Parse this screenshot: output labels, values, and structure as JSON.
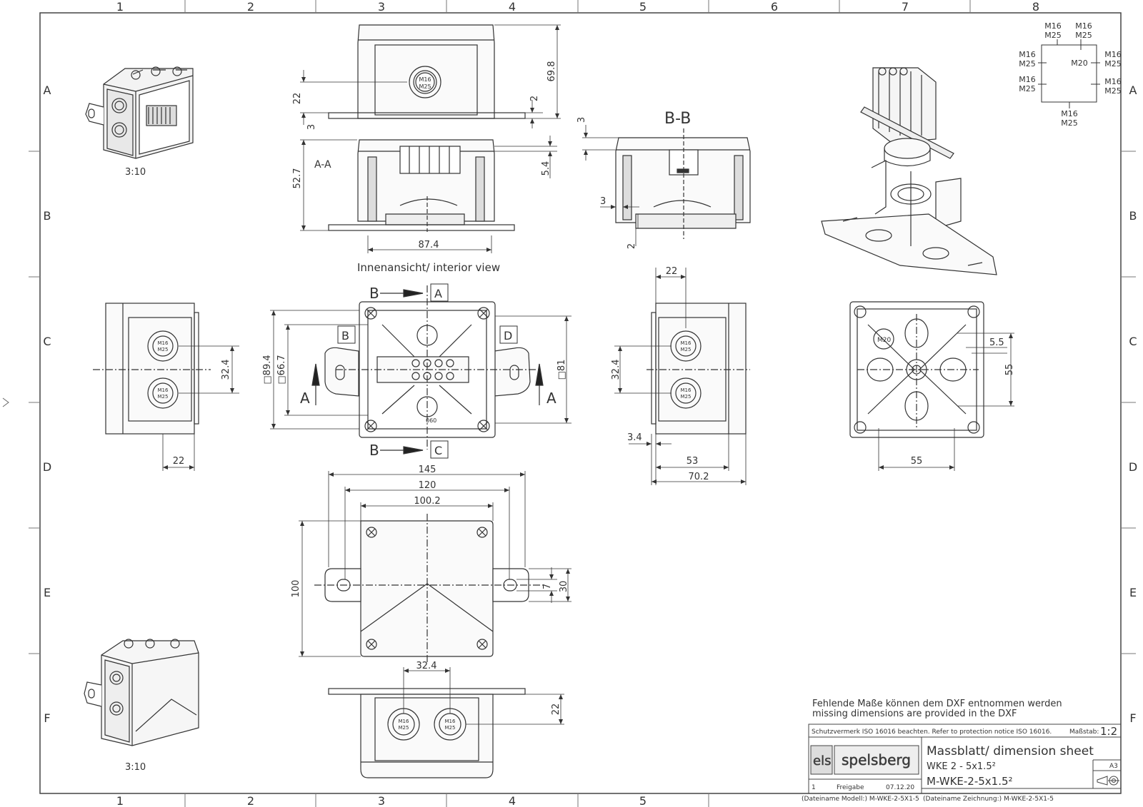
{
  "grid": {
    "columns": [
      "1",
      "2",
      "3",
      "4",
      "5",
      "6",
      "7",
      "8"
    ],
    "rows": [
      "A",
      "B",
      "C",
      "D",
      "E",
      "F"
    ]
  },
  "views": {
    "scale_iso_top": "3:10",
    "scale_iso_bottom": "3:10",
    "section_aa": "A-A",
    "section_bb": "B-B",
    "interior_caption": "Innenansicht/ interior view",
    "label_b_top": "B",
    "label_a_box": "A",
    "label_b_left": "B",
    "label_d_right": "D",
    "label_a_left": "A",
    "label_a_right": "A",
    "label_b_bottom": "B",
    "label_c_box": "C",
    "small_marking": "060"
  },
  "gland_text": {
    "top": "M16",
    "bottom": "M25",
    "m20": "M20"
  },
  "dims": {
    "d69_8": "69.8",
    "d22_front": "22",
    "d2_front": "2",
    "d3_front": "3",
    "d52_7": "52.7",
    "d5_4": "5.4",
    "d87_4": "87.4",
    "d3_bb_top": "3",
    "d3_bb": "3",
    "d2_bb": "2",
    "d89_4": "□89.4",
    "d66_7": "□66.7",
    "d81": "□81",
    "d32_4_left": "32.4",
    "d22_left": "22",
    "d22_right": "22",
    "d32_4_right": "32.4",
    "d3_4": "3.4",
    "d53": "53",
    "d70_2": "70.2",
    "d5_5": "5.5",
    "d55_v": "55",
    "d55_h": "55",
    "d145": "145",
    "d120": "120",
    "d100_2": "100.2",
    "d100": "100",
    "d7": "7",
    "d30": "30",
    "d32_4_bottom": "32.4",
    "d22_bottom": "22"
  },
  "diagram_entries": [
    {
      "top": "M16",
      "bottom": "M25"
    },
    {
      "top": "M16",
      "bottom": "M25"
    },
    {
      "top": "M16",
      "bottom": "M25"
    },
    {
      "top": "M20",
      "bottom": ""
    },
    {
      "top": "M16",
      "bottom": "M25"
    },
    {
      "top": "M16",
      "bottom": "M25"
    },
    {
      "top": "M16",
      "bottom": "M25"
    },
    {
      "top": "M16",
      "bottom": "M25"
    }
  ],
  "notes": {
    "line1": "Fehlende Maße können dem DXF entnommen werden",
    "line2": "missing dimensions are provided in the DXF"
  },
  "title_block": {
    "protection": "Schutzvermerk ISO 16016 beachten. Refer to protection notice ISO 16016.",
    "scale_label": "Maßstab:",
    "scale_value": "1:2",
    "logo_els": "els",
    "logo_spelsberg": "spelsberg",
    "title": "Massblatt/ dimension sheet",
    "product": "WKE 2 - 5x1.5²",
    "drawing_no": "M-WKE-2-5x1.5²",
    "format": "A3",
    "rev": "1",
    "status": "Freigabe",
    "date": "07.12.20",
    "model_file": "(Dateiname Modell:) M-WKE-2-5X1-5",
    "drawing_file": "(Dateiname Zeichnung:) M-WKE-2-5X1-5"
  },
  "colors": {
    "line": "#333333",
    "hatch": "#888888"
  }
}
